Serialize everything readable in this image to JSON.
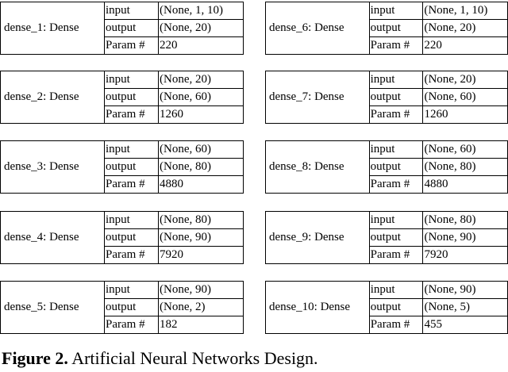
{
  "layers": [
    {
      "name": "dense_1: Dense",
      "input": "(None, 1, 10)",
      "output": "(None, 20)",
      "params": "220"
    },
    {
      "name": "dense_2: Dense",
      "input": "(None, 20)",
      "output": "(None, 60)",
      "params": "1260"
    },
    {
      "name": "dense_3: Dense",
      "input": "(None, 60)",
      "output": "(None, 80)",
      "params": "4880"
    },
    {
      "name": "dense_4: Dense",
      "input": "(None, 80)",
      "output": "(None, 90)",
      "params": "7920"
    },
    {
      "name": "dense_5: Dense",
      "input": "(None, 90)",
      "output": "(None, 2)",
      "params": "182"
    },
    {
      "name": "dense_6: Dense",
      "input": "(None, 1, 10)",
      "output": "(None, 20)",
      "params": "220"
    },
    {
      "name": "dense_7: Dense",
      "input": "(None, 20)",
      "output": "(None, 60)",
      "params": "1260"
    },
    {
      "name": "dense_8: Dense",
      "input": "(None, 60)",
      "output": "(None, 80)",
      "params": "4880"
    },
    {
      "name": "dense_9: Dense",
      "input": "(None, 80)",
      "output": "(None, 90)",
      "params": "7920"
    },
    {
      "name": "dense_10: Dense",
      "input": "(None, 90)",
      "output": "(None, 5)",
      "params": "455"
    }
  ],
  "row_labels": {
    "input": "input",
    "output": "output",
    "params": "Param #"
  },
  "caption": {
    "label": "Figure 2.",
    "text": " Artificial Neural Networks Design."
  }
}
